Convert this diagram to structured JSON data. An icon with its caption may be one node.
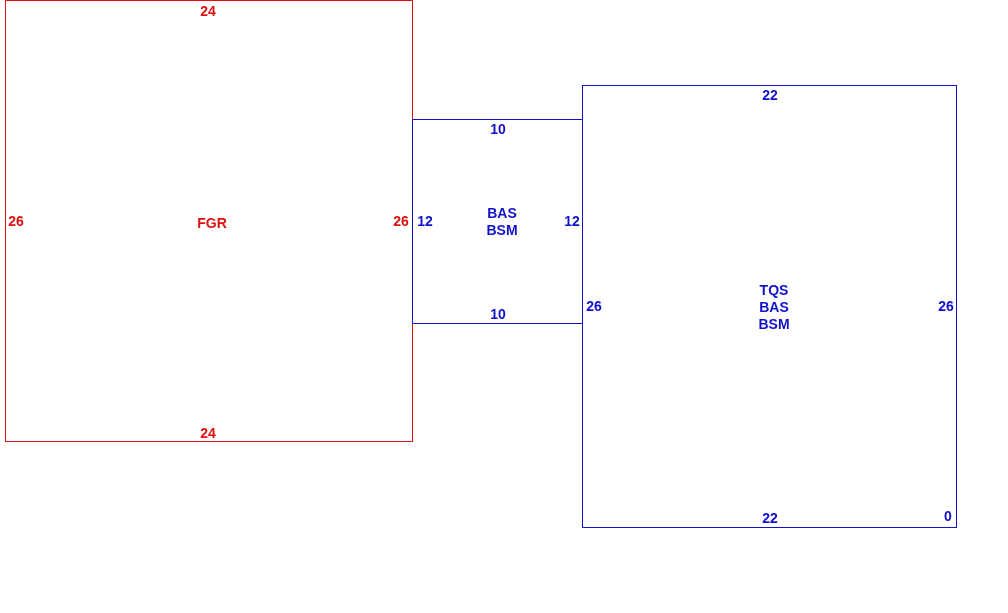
{
  "diagram": {
    "nodes": [
      {
        "text": [
          "24",
          "26",
          "FGR",
          "26",
          "24"
        ]
      },
      {
        "text": [
          "10",
          "12",
          "BAS BSM",
          "12",
          "10"
        ]
      },
      {
        "text": [
          "22",
          "26",
          "TQS BAS BSM",
          "26",
          "22",
          "0"
        ]
      }
    ]
  }
}
